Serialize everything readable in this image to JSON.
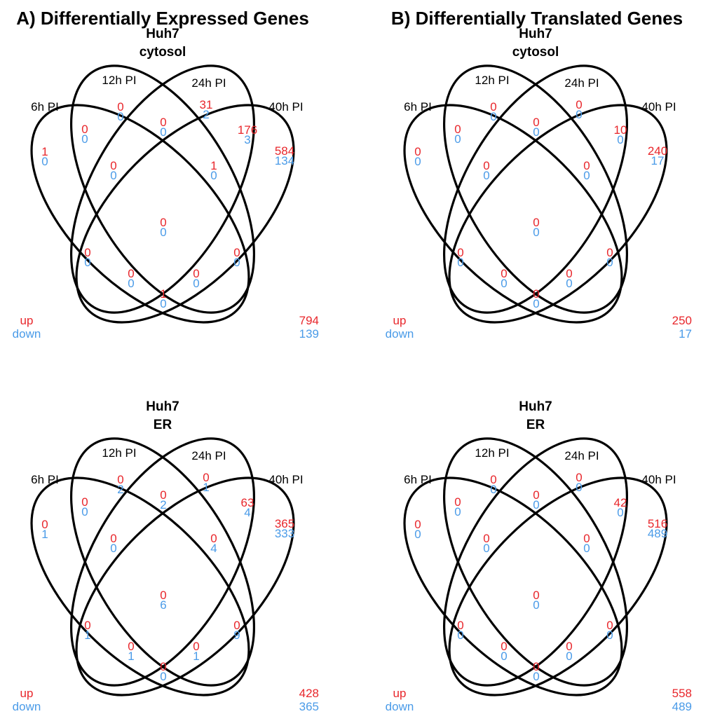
{
  "colors": {
    "up": "#e8262b",
    "down": "#4a9be8",
    "outline": "#000000"
  },
  "headers": {
    "a": "A) Differentially Expressed Genes",
    "b": "B) Differentially Translated Genes"
  },
  "sets": [
    "6h PI",
    "12h PI",
    "24h PI",
    "40h PI"
  ],
  "legend": {
    "up": "up",
    "down": "down"
  },
  "region_order": [
    "A",
    "B",
    "C",
    "D",
    "AB",
    "BC",
    "CD",
    "AC",
    "BD",
    "AD",
    "ABC",
    "BCD",
    "ACD",
    "ABD",
    "ABCD"
  ],
  "panels": [
    {
      "title1": "Huh7",
      "title2": "cytosol",
      "totals": {
        "up": "794",
        "down": "139"
      },
      "regions": {
        "A": {
          "up": "1",
          "down": "0"
        },
        "B": {
          "up": "0",
          "down": "0"
        },
        "C": {
          "up": "31",
          "down": "2"
        },
        "D": {
          "up": "584",
          "down": "134"
        },
        "AB": {
          "up": "0",
          "down": "0"
        },
        "BC": {
          "up": "0",
          "down": "0"
        },
        "CD": {
          "up": "176",
          "down": "3"
        },
        "AC": {
          "up": "0",
          "down": "0"
        },
        "BD": {
          "up": "1",
          "down": "0"
        },
        "AD": {
          "up": "1",
          "down": "0"
        },
        "ABC": {
          "up": "0",
          "down": "0"
        },
        "BCD": {
          "up": "0",
          "down": "0"
        },
        "ACD": {
          "up": "0",
          "down": "0"
        },
        "ABD": {
          "up": "0",
          "down": "0"
        },
        "ABCD": {
          "up": "0",
          "down": "0"
        }
      }
    },
    {
      "title1": "Huh7",
      "title2": "cytosol",
      "totals": {
        "up": "250",
        "down": "17"
      },
      "regions": {
        "A": {
          "up": "0",
          "down": "0"
        },
        "B": {
          "up": "0",
          "down": "0"
        },
        "C": {
          "up": "0",
          "down": "0"
        },
        "D": {
          "up": "240",
          "down": "17"
        },
        "AB": {
          "up": "0",
          "down": "0"
        },
        "BC": {
          "up": "0",
          "down": "0"
        },
        "CD": {
          "up": "10",
          "down": "0"
        },
        "AC": {
          "up": "0",
          "down": "0"
        },
        "BD": {
          "up": "0",
          "down": "0"
        },
        "AD": {
          "up": "0",
          "down": "0"
        },
        "ABC": {
          "up": "0",
          "down": "0"
        },
        "BCD": {
          "up": "0",
          "down": "0"
        },
        "ACD": {
          "up": "0",
          "down": "0"
        },
        "ABD": {
          "up": "0",
          "down": "0"
        },
        "ABCD": {
          "up": "0",
          "down": "0"
        }
      }
    },
    {
      "title1": "Huh7",
      "title2": "ER",
      "totals": {
        "up": "428",
        "down": "365"
      },
      "regions": {
        "A": {
          "up": "0",
          "down": "1"
        },
        "B": {
          "up": "0",
          "down": "2"
        },
        "C": {
          "up": "0",
          "down": "1"
        },
        "D": {
          "up": "365",
          "down": "333"
        },
        "AB": {
          "up": "0",
          "down": "0"
        },
        "BC": {
          "up": "0",
          "down": "2"
        },
        "CD": {
          "up": "63",
          "down": "4"
        },
        "AC": {
          "up": "0",
          "down": "0"
        },
        "BD": {
          "up": "0",
          "down": "4"
        },
        "AD": {
          "up": "0",
          "down": "0"
        },
        "ABC": {
          "up": "0",
          "down": "1"
        },
        "BCD": {
          "up": "0",
          "down": "9"
        },
        "ACD": {
          "up": "0",
          "down": "1"
        },
        "ABD": {
          "up": "0",
          "down": "1"
        },
        "ABCD": {
          "up": "0",
          "down": "6"
        }
      }
    },
    {
      "title1": "Huh7",
      "title2": "ER",
      "totals": {
        "up": "558",
        "down": "489"
      },
      "regions": {
        "A": {
          "up": "0",
          "down": "0"
        },
        "B": {
          "up": "0",
          "down": "0"
        },
        "C": {
          "up": "0",
          "down": "0"
        },
        "D": {
          "up": "516",
          "down": "489"
        },
        "AB": {
          "up": "0",
          "down": "0"
        },
        "BC": {
          "up": "0",
          "down": "0"
        },
        "CD": {
          "up": "42",
          "down": "0"
        },
        "AC": {
          "up": "0",
          "down": "0"
        },
        "BD": {
          "up": "0",
          "down": "0"
        },
        "AD": {
          "up": "0",
          "down": "0"
        },
        "ABC": {
          "up": "0",
          "down": "0"
        },
        "BCD": {
          "up": "0",
          "down": "0"
        },
        "ACD": {
          "up": "0",
          "down": "0"
        },
        "ABD": {
          "up": "0",
          "down": "0"
        },
        "ABCD": {
          "up": "0",
          "down": "0"
        }
      }
    }
  ]
}
